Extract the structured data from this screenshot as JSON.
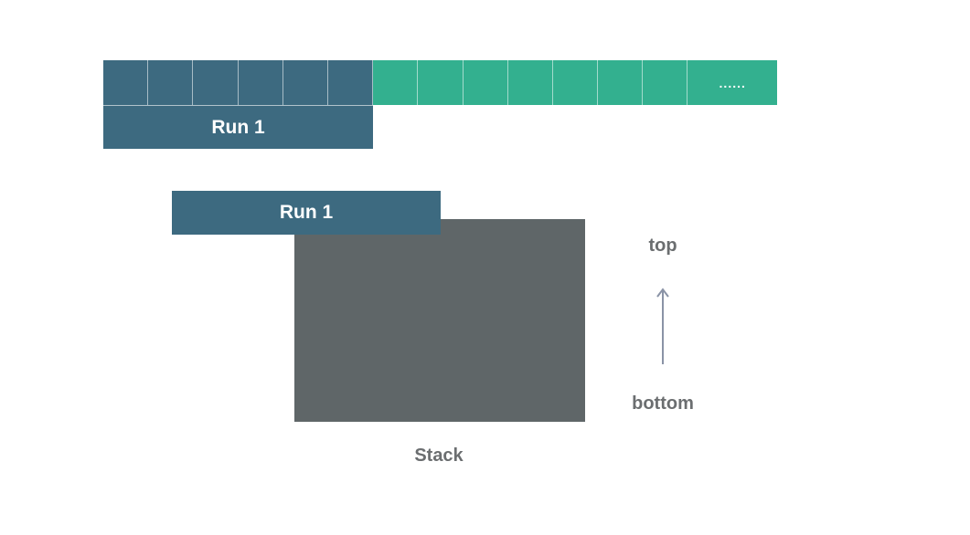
{
  "colors": {
    "run": "#3d6a80",
    "pending": "#33b08f",
    "stack": "#5f6668",
    "label_text": "#6b6e70",
    "arrow": "#8a93a6"
  },
  "array": {
    "run_cells_count": 6,
    "pending_cells_count": 7,
    "ellipsis": "......"
  },
  "run_top": {
    "label": "Run 1"
  },
  "run_stack": {
    "label": "Run 1"
  },
  "stack": {
    "label": "Stack",
    "top_label": "top",
    "bottom_label": "bottom",
    "arrow_icon": "arrow-up-icon"
  }
}
